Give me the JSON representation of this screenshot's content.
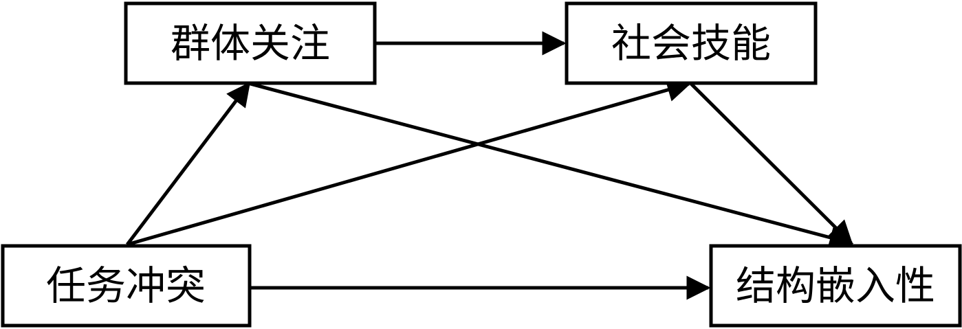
{
  "diagram": {
    "nodes": {
      "group_attention": {
        "label": "群体关注"
      },
      "social_skills": {
        "label": "社会技能"
      },
      "task_conflict": {
        "label": "任务冲突"
      },
      "structural_embeddedness": {
        "label": "结构嵌入性"
      }
    },
    "edges": [
      {
        "from": "group_attention",
        "to": "social_skills"
      },
      {
        "from": "task_conflict",
        "to": "group_attention"
      },
      {
        "from": "task_conflict",
        "to": "social_skills"
      },
      {
        "from": "task_conflict",
        "to": "structural_embeddedness"
      },
      {
        "from": "group_attention",
        "to": "structural_embeddedness"
      },
      {
        "from": "social_skills",
        "to": "structural_embeddedness"
      }
    ],
    "colors": {
      "stroke": "#000000",
      "background": "#ffffff"
    }
  }
}
